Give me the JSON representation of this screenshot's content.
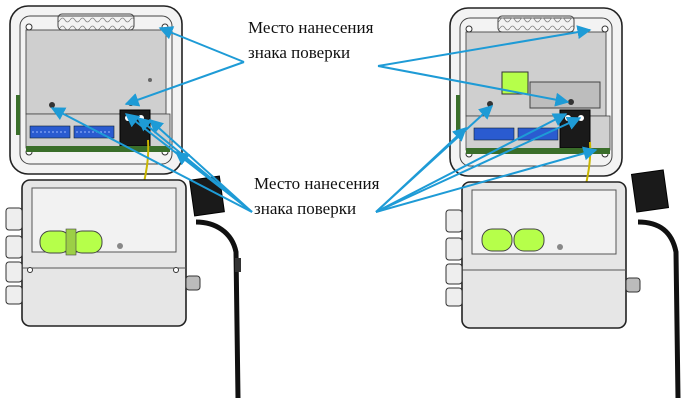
{
  "labels": {
    "top_line1": "Место нанесения",
    "top_line2": "знака поверки",
    "mid_line1": "Место нанесения",
    "mid_line2": "знака поверки"
  },
  "colors": {
    "arrow": "#1e9bd6",
    "body_light": "#e6e6e6",
    "lid_panel": "#cfcfcf",
    "terminal_blue": "#2a5bd0",
    "battery_green": "#b6ff4a",
    "cable": "#111111"
  },
  "icons": [
    "arrow-icon",
    "terminal-block-icon",
    "battery-icon",
    "cable-gland-icon",
    "sensor-probe-icon"
  ]
}
